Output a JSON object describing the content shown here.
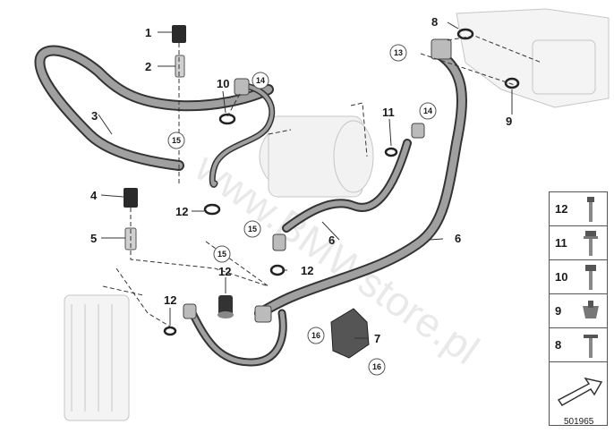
{
  "callouts": [
    "1",
    "2",
    "3",
    "4",
    "5",
    "6",
    "6",
    "7",
    "8",
    "9",
    "10",
    "11",
    "12",
    "12",
    "12",
    "12",
    "13",
    "14",
    "14",
    "15",
    "15",
    "15",
    "16",
    "16"
  ],
  "legend": {
    "items": [
      {
        "num": "12",
        "icon": "screw-icon"
      },
      {
        "num": "11",
        "icon": "collar-bolt-icon"
      },
      {
        "num": "10",
        "icon": "hex-bolt-icon"
      },
      {
        "num": "9",
        "icon": "clip-nut-icon"
      },
      {
        "num": "8",
        "icon": "flange-screw-icon"
      }
    ],
    "arrow_icon": "direction-arrow-icon"
  },
  "watermark": "www.BMWstore.pl",
  "doc_id": "501965",
  "colors": {
    "line": "#333333",
    "part_fill": "#9a9a9a",
    "ghost": "#bfbfbf",
    "callout_border": "#555555"
  }
}
